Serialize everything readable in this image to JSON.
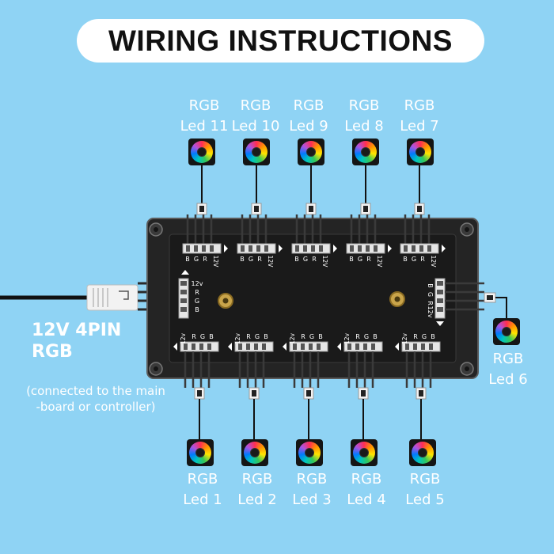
{
  "title": "WIRING INSTRUCTIONS",
  "connector_note": {
    "line1": "12V 4PIN",
    "line2": "RGB",
    "sub1": "(connected to the main",
    "sub2": "-board or controller)"
  },
  "fans_top": [
    {
      "line1": "RGB",
      "line2": "Led 11"
    },
    {
      "line1": "RGB",
      "line2": "Led 10"
    },
    {
      "line1": "RGB",
      "line2": "Led 9"
    },
    {
      "line1": "RGB",
      "line2": "Led 8"
    },
    {
      "line1": "RGB",
      "line2": "Led 7"
    }
  ],
  "fans_bottom": [
    {
      "line1": "RGB",
      "line2": "Led 1"
    },
    {
      "line1": "RGB",
      "line2": "Led 2"
    },
    {
      "line1": "RGB",
      "line2": "Led 3"
    },
    {
      "line1": "RGB",
      "line2": "Led 4"
    },
    {
      "line1": "RGB",
      "line2": "Led 5"
    }
  ],
  "fan_right": {
    "line1": "RGB",
    "line2": "Led 6"
  },
  "pin_labels_top": [
    "B",
    "G",
    "R",
    "12V"
  ],
  "pin_labels_bottom": [
    "12v",
    "R",
    "G",
    "B"
  ],
  "pin_labels_input": [
    "12v",
    "R",
    "G",
    "B"
  ],
  "pin_labels_right": [
    "B",
    "G",
    "R",
    "12v"
  ],
  "colors": {
    "background": "#8fd3f4",
    "hub_body": "#1c1c1c",
    "header": "#e6e6e6",
    "text": "#ffffff"
  }
}
